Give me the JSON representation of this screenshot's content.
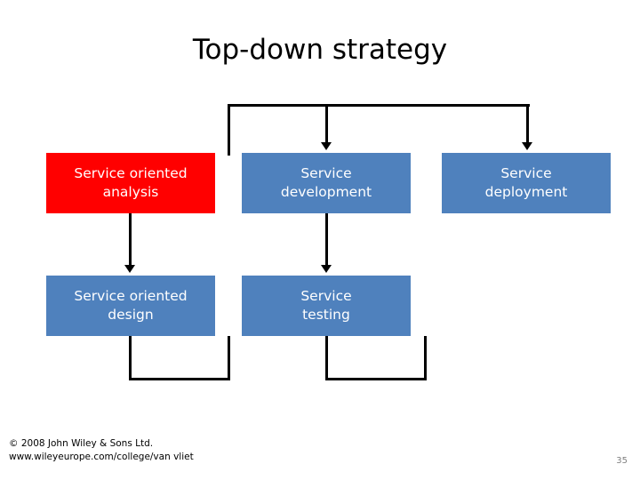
{
  "slide": {
    "title": "Top-down strategy",
    "page_number": "35",
    "colors": {
      "box_blue": "#4f81bd",
      "box_red": "#ff0000",
      "connector": "#000000",
      "text_on_box": "#ffffff"
    },
    "boxes": [
      {
        "id": "service-oriented-analysis",
        "line1": "Service oriented",
        "line2": "analysis",
        "style": "red"
      },
      {
        "id": "service-development",
        "line1": "Service",
        "line2": "development",
        "style": "blue"
      },
      {
        "id": "service-deployment",
        "line1": "Service",
        "line2": "deployment",
        "style": "blue"
      },
      {
        "id": "service-oriented-design",
        "line1": "Service oriented",
        "line2": "design",
        "style": "blue"
      },
      {
        "id": "service-testing",
        "line1": "Service",
        "line2": "testing",
        "style": "blue"
      }
    ],
    "footer": {
      "copyright": "© 2008 John Wiley & Sons Ltd.",
      "website": "www.wileyeurope.com/college/van vliet"
    }
  }
}
